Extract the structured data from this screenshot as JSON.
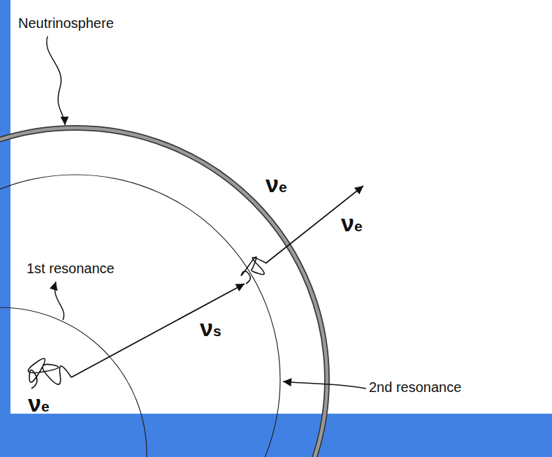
{
  "diagram": {
    "labels": [
      "Neutrinosphere",
      "νe",
      "νe",
      "1st resonance",
      "νs",
      "2nd resonance",
      "νe"
    ]
  }
}
